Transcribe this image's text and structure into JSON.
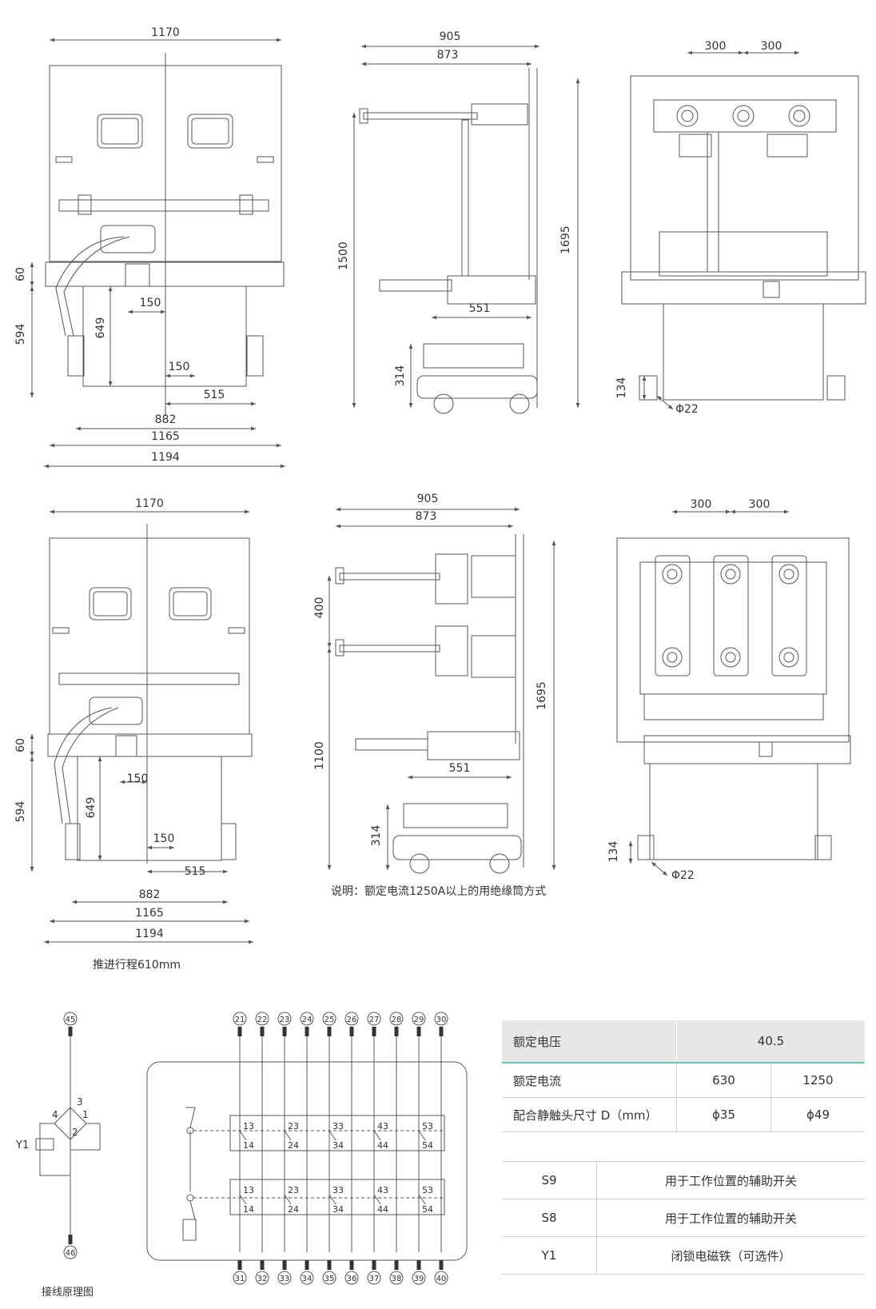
{
  "top_row": {
    "front_view": {
      "dims": [
        "1170",
        "60",
        "594",
        "649",
        "150",
        "150",
        "515",
        "882",
        "1165",
        "1194"
      ]
    },
    "side_view": {
      "dims": [
        "905",
        "873",
        "1500",
        "1695",
        "551",
        "314"
      ]
    },
    "rear_view": {
      "dims": [
        "300",
        "300",
        "134",
        "Φ22"
      ]
    }
  },
  "middle_row": {
    "front_view": {
      "dims": [
        "1170",
        "60",
        "594",
        "649",
        "150",
        "150",
        "515",
        "882",
        "1165",
        "1194"
      ],
      "caption": "推进行程610mm"
    },
    "side_view": {
      "dims": [
        "905",
        "873",
        "400",
        "1100",
        "1695",
        "551",
        "314"
      ],
      "note": "说明：额定电流1250A以上的用绝缘筒方式"
    },
    "rear_view": {
      "dims": [
        "300",
        "300",
        "134",
        "Φ22"
      ]
    }
  },
  "wiring": {
    "caption": "接线原理图",
    "left_terminals": {
      "top": "45",
      "bottom": "46"
    },
    "bridge_labels": [
      "3",
      "4",
      "1",
      "2"
    ],
    "coil_label": "Y1",
    "top_terminals": [
      "21",
      "22",
      "23",
      "24",
      "25",
      "26",
      "27",
      "28",
      "29",
      "30"
    ],
    "bottom_terminals": [
      "31",
      "32",
      "33",
      "34",
      "35",
      "36",
      "37",
      "38",
      "39",
      "40"
    ],
    "switch_row_1": [
      {
        "top": "13",
        "bottom": "14"
      },
      {
        "top": "23",
        "bottom": "24"
      },
      {
        "top": "33",
        "bottom": "34"
      },
      {
        "top": "43",
        "bottom": "44"
      },
      {
        "top": "53",
        "bottom": "54"
      }
    ],
    "switch_row_2": [
      {
        "top": "13",
        "bottom": "14"
      },
      {
        "top": "23",
        "bottom": "24"
      },
      {
        "top": "33",
        "bottom": "34"
      },
      {
        "top": "43",
        "bottom": "44"
      },
      {
        "top": "53",
        "bottom": "54"
      }
    ]
  },
  "spec_table": {
    "rated_voltage": {
      "label": "额定电压",
      "value": "40.5"
    },
    "rated_current": {
      "label": "额定电流",
      "values": [
        "630",
        "1250"
      ]
    },
    "contact_size": {
      "label": "配合静触头尺寸 D（mm）",
      "values": [
        "ϕ35",
        "ϕ49"
      ]
    }
  },
  "legend_table": [
    {
      "code": "S9",
      "desc": "用于工作位置的辅助开关"
    },
    {
      "code": "S8",
      "desc": "用于工作位置的辅助开关"
    },
    {
      "code": "Y1",
      "desc": "闭锁电磁铁（可选件）"
    }
  ],
  "colors": {
    "line": "#555555",
    "accent": "#6ec3b5",
    "table_head": "#e6e7e8"
  }
}
